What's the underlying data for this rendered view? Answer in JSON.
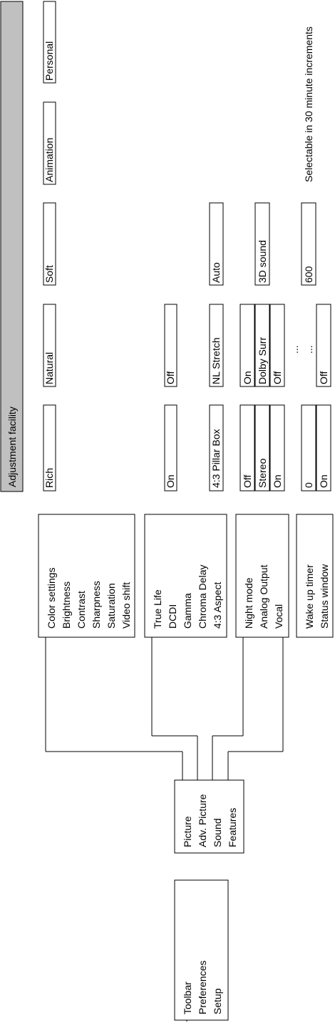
{
  "root_menu": [
    "Toolbar",
    "Preferences",
    "Setup"
  ],
  "main_menu": [
    "Picture",
    "Adv. Picture",
    "Sound",
    "Features"
  ],
  "submenus": {
    "picture": [
      "Color settings",
      "Brightness",
      "Contrast",
      "Sharpness",
      "Saturation",
      "Video shift"
    ],
    "adv_picture": [
      "True Life",
      "DCDI",
      "Gamma",
      "Chroma Delay",
      "4:3 Aspect"
    ],
    "sound": [
      "Night mode",
      "Analog Output",
      "Vocal"
    ],
    "features": [
      "Wake up timer",
      "Status window"
    ]
  },
  "header": "Adjustment facility",
  "options": {
    "color_settings": [
      "Rich",
      "Natural",
      "Soft",
      "Animation",
      "Personal"
    ],
    "dcdi": [
      "On",
      "Off"
    ],
    "aspect": [
      "4:3 Pillar Box",
      "NL Stretch",
      "Auto"
    ],
    "night_mode": [
      "Off",
      "On"
    ],
    "analog_output": [
      "Stereo",
      "Dolby Surr",
      "3D sound"
    ],
    "vocal": [
      "On",
      "Off"
    ],
    "wake_up_timer": [
      "0",
      "...",
      "600"
    ],
    "status_window": [
      "On",
      "Off"
    ],
    "ellipsis_vocal": "...",
    "timer_note": "Selectable in 30 minute increments"
  }
}
